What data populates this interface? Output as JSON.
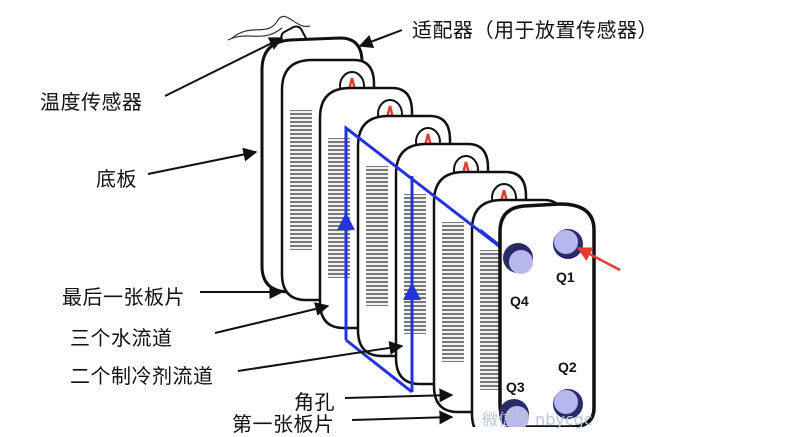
{
  "labels": {
    "adapter": "适配器（用于放置传感器）",
    "temp_sensor": "温度传感器",
    "base_plate": "底板",
    "last_plate": "最后一张板片",
    "three_water": "三个水流道",
    "two_refrigerant": "二个制冷剂流道",
    "corner_hole": "角孔",
    "first_plate": "第一张板片"
  },
  "ports": {
    "q1": "Q1",
    "q2": "Q2",
    "q3": "Q3",
    "q4": "Q4"
  },
  "watermark": "微信号 nbycgc",
  "colors": {
    "water_flow": "#2233dd",
    "refrigerant_arrow": "#e63a2e",
    "port_fill": "#b8b8ef",
    "port_dark": "#2a2a6a",
    "outline": "#111111"
  }
}
